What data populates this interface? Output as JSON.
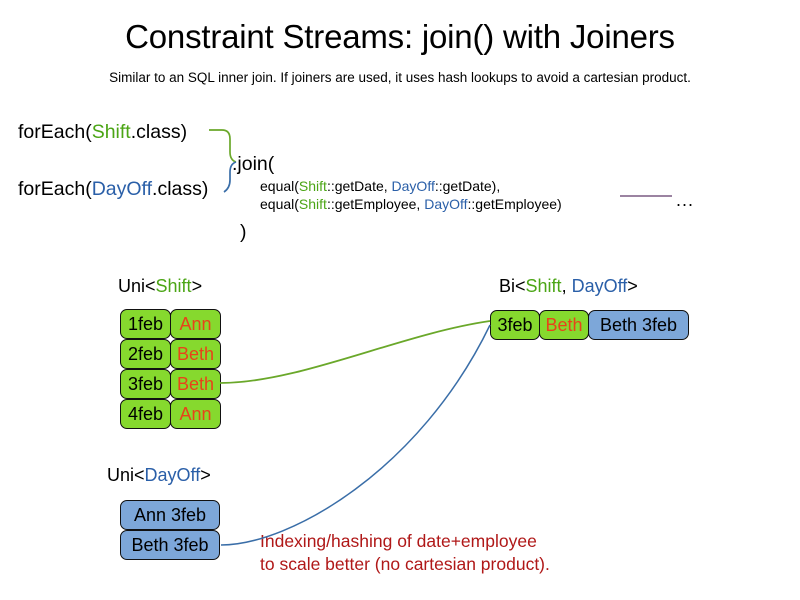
{
  "header": {
    "title": "Constraint Streams: join() with Joiners",
    "subtitle": "Similar to an SQL inner join. If joiners are used, it uses hash lookups to avoid a cartesian product."
  },
  "code": {
    "foreach_shift": {
      "prefix": "forEach(",
      "type": "Shift",
      "suffix": ".class)"
    },
    "foreach_dayoff": {
      "prefix": "forEach(",
      "type": "DayOff",
      "suffix": ".class)"
    },
    "join_open": ".join(",
    "join_close": ")",
    "joiners": [
      {
        "fn": "equal(",
        "left_type": "Shift",
        "left_ref": "::getDate, ",
        "right_type": "DayOff",
        "right_ref": "::getDate),"
      },
      {
        "fn": "equal(",
        "left_type": "Shift",
        "left_ref": "::getEmployee, ",
        "right_type": "DayOff",
        "right_ref": "::getEmployee)"
      }
    ],
    "ellipsis": "..."
  },
  "streams": {
    "uni_shift": {
      "label_prefix": "Uni<",
      "label_type": "Shift",
      "label_suffix": ">",
      "rows": [
        {
          "date": "1feb",
          "employee": "Ann"
        },
        {
          "date": "2feb",
          "employee": "Beth"
        },
        {
          "date": "3feb",
          "employee": "Beth"
        },
        {
          "date": "4feb",
          "employee": "Ann"
        }
      ]
    },
    "uni_dayoff": {
      "label_prefix": "Uni<",
      "label_type": "DayOff",
      "label_suffix": ">",
      "rows": [
        {
          "pair": "Ann 3feb"
        },
        {
          "pair": "Beth 3feb"
        }
      ]
    },
    "bi": {
      "label_prefix": "Bi<",
      "label_type_a": "Shift",
      "label_sep": ", ",
      "label_type_b": "DayOff",
      "label_suffix": ">",
      "row": {
        "date": "3feb",
        "employee": "Beth",
        "pair": "Beth 3feb"
      }
    }
  },
  "annotation": {
    "line1": "Indexing/hashing of date+employee",
    "line2": "to scale better (no cartesian product)."
  },
  "colors": {
    "shift_green": "#4ba515",
    "dayoff_blue": "#2a5fa8",
    "box_green_fill": "#86d92e",
    "box_blue_fill": "#7da7d9",
    "employee_orange": "#e8431a",
    "annotation_red": "#b01818",
    "connector_green": "#6aa82a",
    "connector_blue": "#3a6ea8",
    "rule_purple": "#7a5a82"
  }
}
